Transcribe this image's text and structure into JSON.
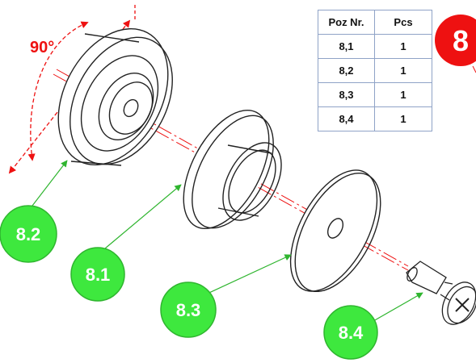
{
  "angle_label": "90°",
  "step_badge": "8",
  "table": {
    "headers": {
      "position": "Poz Nr.",
      "pieces": "Pcs"
    },
    "rows": [
      {
        "position": "8,1",
        "pieces": "1"
      },
      {
        "position": "8,2",
        "pieces": "1"
      },
      {
        "position": "8,3",
        "pieces": "1"
      },
      {
        "position": "8,4",
        "pieces": "1"
      }
    ]
  },
  "callouts": [
    {
      "id": "8.2",
      "label": "8.2"
    },
    {
      "id": "8.1",
      "label": "8.1"
    },
    {
      "id": "8.3",
      "label": "8.3"
    },
    {
      "id": "8.4",
      "label": "8.4"
    }
  ],
  "colors": {
    "callout_fill": "#3ee83e",
    "callout_stroke": "#2fb52f",
    "axis_red": "#ee1111",
    "badge_red": "#ee1111",
    "table_border": "#8fa3c7",
    "line": "#222222"
  }
}
